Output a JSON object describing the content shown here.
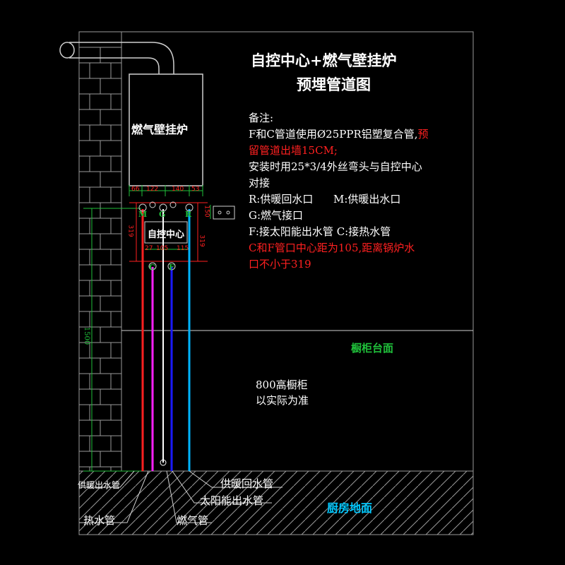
{
  "title": {
    "line1": "自控中心+燃气壁挂炉",
    "line2": "预埋管道图"
  },
  "boiler_label": "燃气壁挂炉",
  "control_label": "自控中心",
  "notes": {
    "heading": "备注:",
    "l1a": "F和C管道使用Ø25PPR铝塑复合管,",
    "l1b": "预",
    "l2a": "留管道出墙15CM;",
    "l3": "安装时用25*3/4外丝弯头与自控中心",
    "l4": "对接",
    "l5": "R:供暖回水口      M:供暖出水口",
    "l6": "G:燃气接口",
    "l7": "F:接太阳能出水管 C:接热水管",
    "l8": "C和F管口中心距为105,距离锅炉水",
    "l9": "口不小于319"
  },
  "port_letters": {
    "M": "M",
    "G": "G",
    "R": "R",
    "C": "C",
    "F": "F"
  },
  "dims": {
    "top1": "66",
    "top2": "122",
    "top3": "140",
    "top4": "53",
    "mid1": "27",
    "mid2": "105",
    "mid3": "115",
    "left": "319",
    "right": "319",
    "socket": "150",
    "height": "1500"
  },
  "counter_label": "橱柜台面",
  "cabinet_note": {
    "l1": "800高橱柜",
    "l2": "以实际为准"
  },
  "floor_label": "厨房地面",
  "pipe_labels": {
    "supply": "供暖出水管",
    "return": "供暖回水管",
    "solar": "太阳能出水管",
    "hot": "热水管",
    "gas": "燃气管"
  },
  "colors": {
    "supply_pipe": "#ff2020",
    "hot_pipe": "#ff20ff",
    "gas_pipe": "#ffffff",
    "solar_pipe": "#1a1aff",
    "return_pipe": "#00b4ff",
    "accent_green": "#1fbf3a"
  }
}
